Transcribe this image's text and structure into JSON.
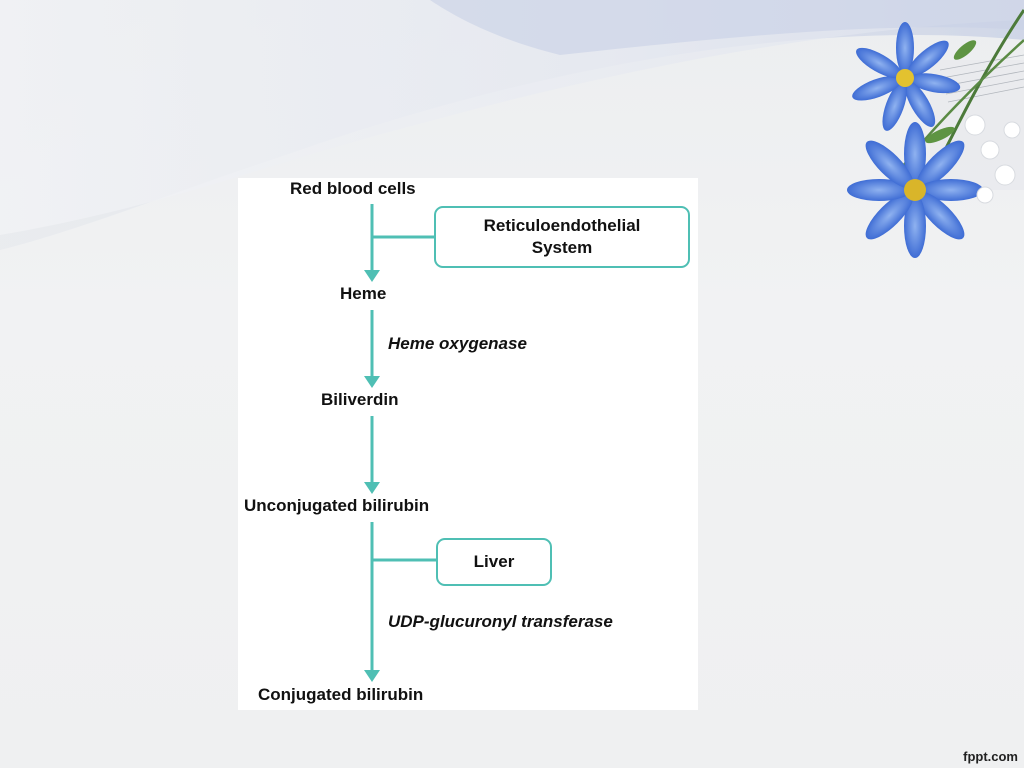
{
  "slide": {
    "colors": {
      "arrow": "#4fbfb4",
      "panel": "#ffffff",
      "text": "#111111"
    },
    "decoration": {
      "image": "blue-flowers-corner-icon"
    },
    "footer": {
      "brand": "fppt.com"
    }
  },
  "diagram": {
    "nodes": {
      "red_blood_cells": "Red blood cells",
      "heme": "Heme",
      "biliverdin": "Biliverdin",
      "unconjugated_bilirubin": "Unconjugated bilirubin",
      "conjugated_bilirubin": "Conjugated bilirubin"
    },
    "boxes": {
      "reticuloendothelial_line1": "Reticuloendothelial",
      "reticuloendothelial_line2": "System",
      "liver": "Liver"
    },
    "enzymes": {
      "heme_oxygenase": "Heme oxygenase",
      "udp_glucuronyl_transferase": "UDP-glucuronyl transferase"
    }
  }
}
